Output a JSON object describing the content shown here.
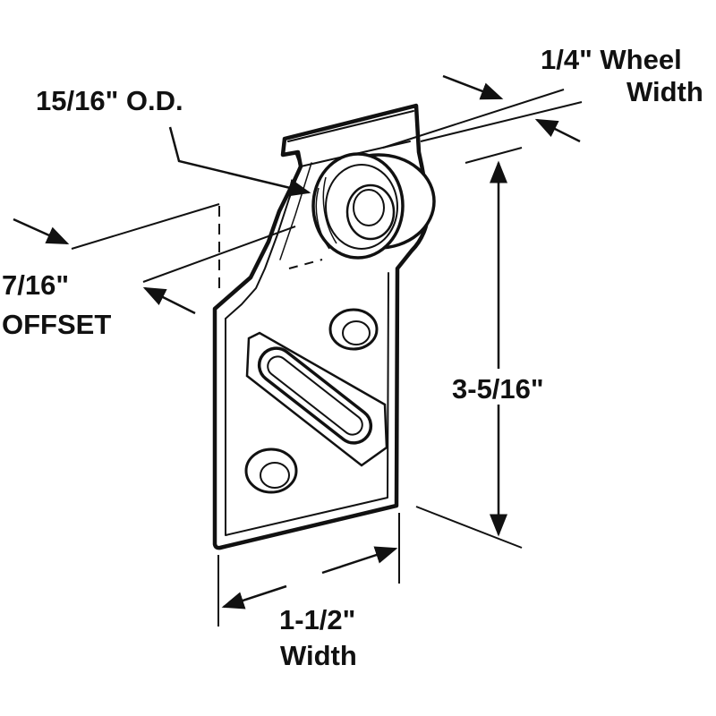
{
  "dimensions": {
    "outer_diameter": "15/16\" O.D.",
    "wheel_width_value": "1/4\" Wheel",
    "wheel_width_word": "Width",
    "offset_value": "7/16\"",
    "offset_word": "OFFSET",
    "height": "3-5/16\"",
    "width_value": "1-1/2\"",
    "width_word": "Width"
  },
  "colors": {
    "ink": "#111111",
    "background": "#ffffff"
  }
}
